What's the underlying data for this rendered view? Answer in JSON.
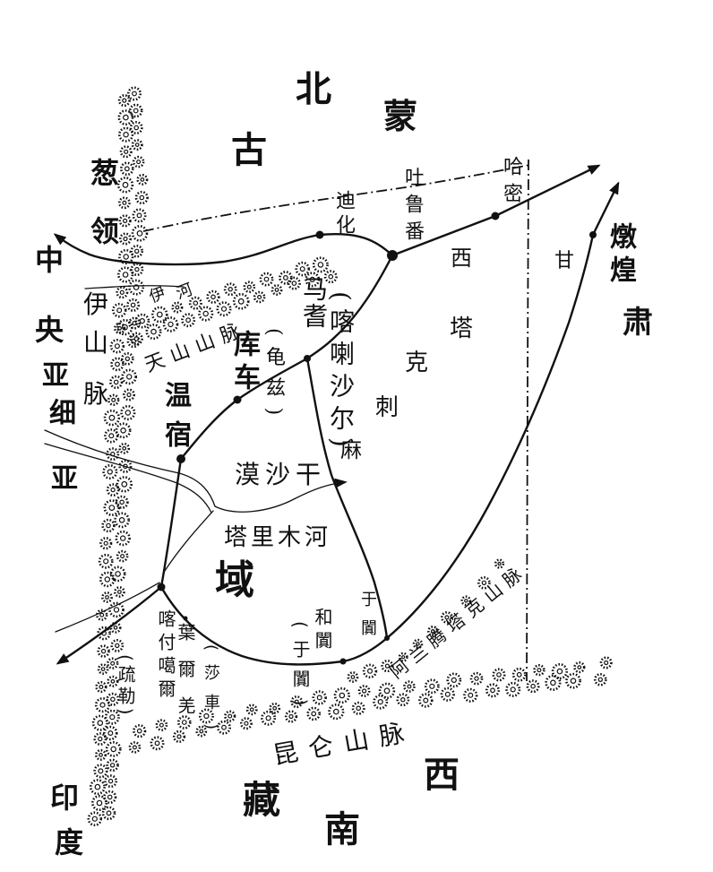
{
  "colors": {
    "ink": "#111111",
    "paper": "#ffffff"
  },
  "regions": {
    "north_mongolia": [
      "北",
      "蒙",
      "古"
    ],
    "congling": [
      "葱",
      "领"
    ],
    "central_asia": [
      "中",
      "央",
      "亚",
      "细",
      "亚"
    ],
    "pamir_range": [
      "伊",
      "山",
      "脉"
    ],
    "western_regions": [
      "西",
      "域"
    ],
    "taklamakan": [
      "塔",
      "克",
      "刺",
      "麻"
    ],
    "desert": "漠沙干",
    "gansu": [
      "甘",
      "肃"
    ],
    "tibet": [
      "西",
      "藏"
    ],
    "south": "南",
    "india": [
      "印",
      "度"
    ]
  },
  "rivers": {
    "ili": [
      "伊",
      "河"
    ],
    "tarim": "塔里木河"
  },
  "mountains": {
    "tianshan": "天山山脉",
    "altyn_tagh": "阿兰腾塔克山脉",
    "kunlun": "昆仑山脉"
  },
  "cities": {
    "dihua": "迪化",
    "turfan": "吐鲁番",
    "hami": "哈密",
    "dunhuang": "燉煌",
    "yanqi": "马耆",
    "karashahr": "(喀喇沙尔)",
    "kuqa": "库车",
    "qiuci": "(龟兹)",
    "wensu": "温宿",
    "kashgar": "喀付噶爾",
    "shule": "(疏勒)",
    "yarkand": "葉爾羌",
    "shache": "(莎車)",
    "khotan": "和闐",
    "yutian_alt": "(于闐)",
    "yutian": "于闐"
  }
}
